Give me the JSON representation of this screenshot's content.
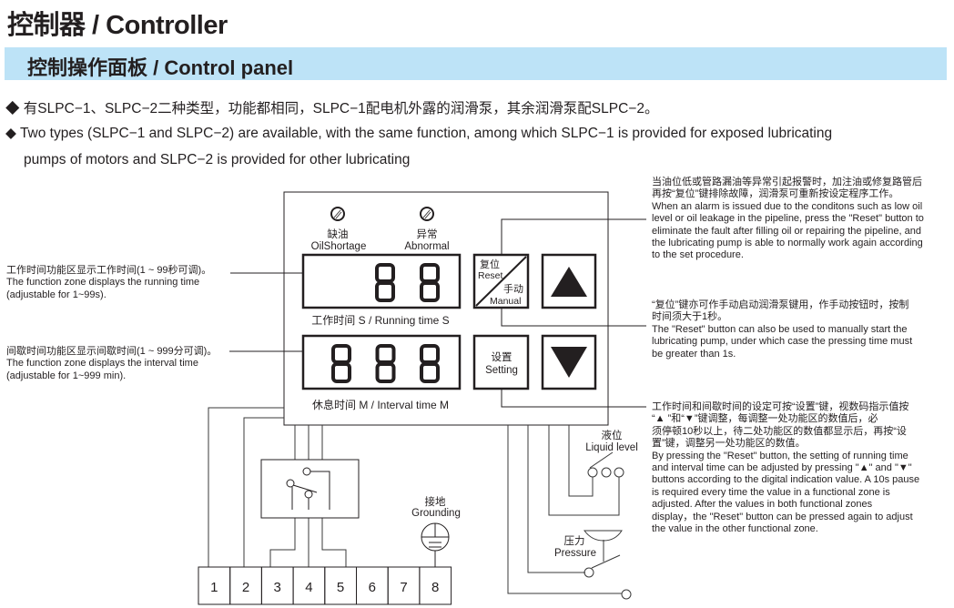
{
  "header": {
    "title": "控制器 / Controller",
    "subtitle": "控制操作面板 / Control panel"
  },
  "bullets": [
    "◆ 有SLPC−1、SLPC−2二种类型，功能都相同，SLPC−1配电机外露的润滑泵，其余润滑泵配SLPC−2。",
    "◆ Two types (SLPC−1 and SLPC−2) are available, with the same function, among which SLPC−1 is provided for exposed lubricating",
    "pumps of motors and SLPC−2 is provided for other lubricating"
  ],
  "left_notes": {
    "running": [
      "工作时间功能区显示工作时间(1 ~ 99秒可调)。",
      "The function zone displays the running time",
      "(adjustable for 1~99s)."
    ],
    "interval": [
      "间歇时间功能区显示间歇时间(1 ~ 999分可调)。",
      "The function zone displays the interval time",
      "(adjustable for 1~999 min)."
    ]
  },
  "right_notes": {
    "alarm": [
      "当油位低或管路漏油等异常引起报警时，加注油或修复路管后",
      "再按“复位”键排除故障，润滑泵可重新按设定程序工作。",
      "When an alarm is issued due to the conditons such as low oil",
      "level or oil leakage in the pipeline, press the \"Reset\" button to",
      "eliminate the fault after filling oil or repairing the pipeline, and",
      "the lubricating pump is able to normally work again according",
      "to the set procedure."
    ],
    "manual": [
      "“复位”键亦可作手动启动润滑泵键用，作手动按钮时，按制",
      "时间须大于1秒。",
      "The \"Reset\" button can also be used to manually start the",
      "lubricating pump, under which case the pressing time must",
      "be greater than 1s."
    ],
    "setting": [
      "工作时间和间歇时间的设定可按“设置”键，视数码指示值按",
      "“▲ ”和“▼”键调整，每调整一处功能区的数值后，必",
      "须停顿10秒以上，待二处功能区的数值都显示后，再按“设",
      "置”键，调整另一处功能区的数值。",
      "By pressing the \"Reset\" button, the setting of running time",
      "and interval time can be adjusted by pressing \"▲\" and \"▼\"",
      "buttons according to the digital indication value. A 10s pause",
      "is required every time the value in a functional zone is",
      "adjusted. After the values in both functional zones",
      "display，the \"Reset\" button can be pressed again to adjust",
      "the value in the other functional zone."
    ]
  },
  "panel": {
    "oil_zh": "缺油",
    "oil_en": "OilShortage",
    "abn_zh": "异常",
    "abn_en": "Abnormal",
    "running_digits": "88",
    "interval_digits": "888",
    "running_label": "工作时间 S / Running time S",
    "interval_label": "休息时间 M / Interval time M",
    "reset_zh": "复位",
    "reset_en": "Reset",
    "manual_zh": "手动",
    "manual_en": "Manual",
    "setting_zh": "设置",
    "setting_en": "Setting"
  },
  "wiring": {
    "terminals": [
      "1",
      "2",
      "3",
      "4",
      "5",
      "6",
      "7",
      "8"
    ],
    "ground_zh": "接地",
    "ground_en": "Grounding",
    "liquid_zh": "液位",
    "liquid_en": "Liquid level",
    "pressure_zh": "压力",
    "pressure_en": "Pressure"
  }
}
